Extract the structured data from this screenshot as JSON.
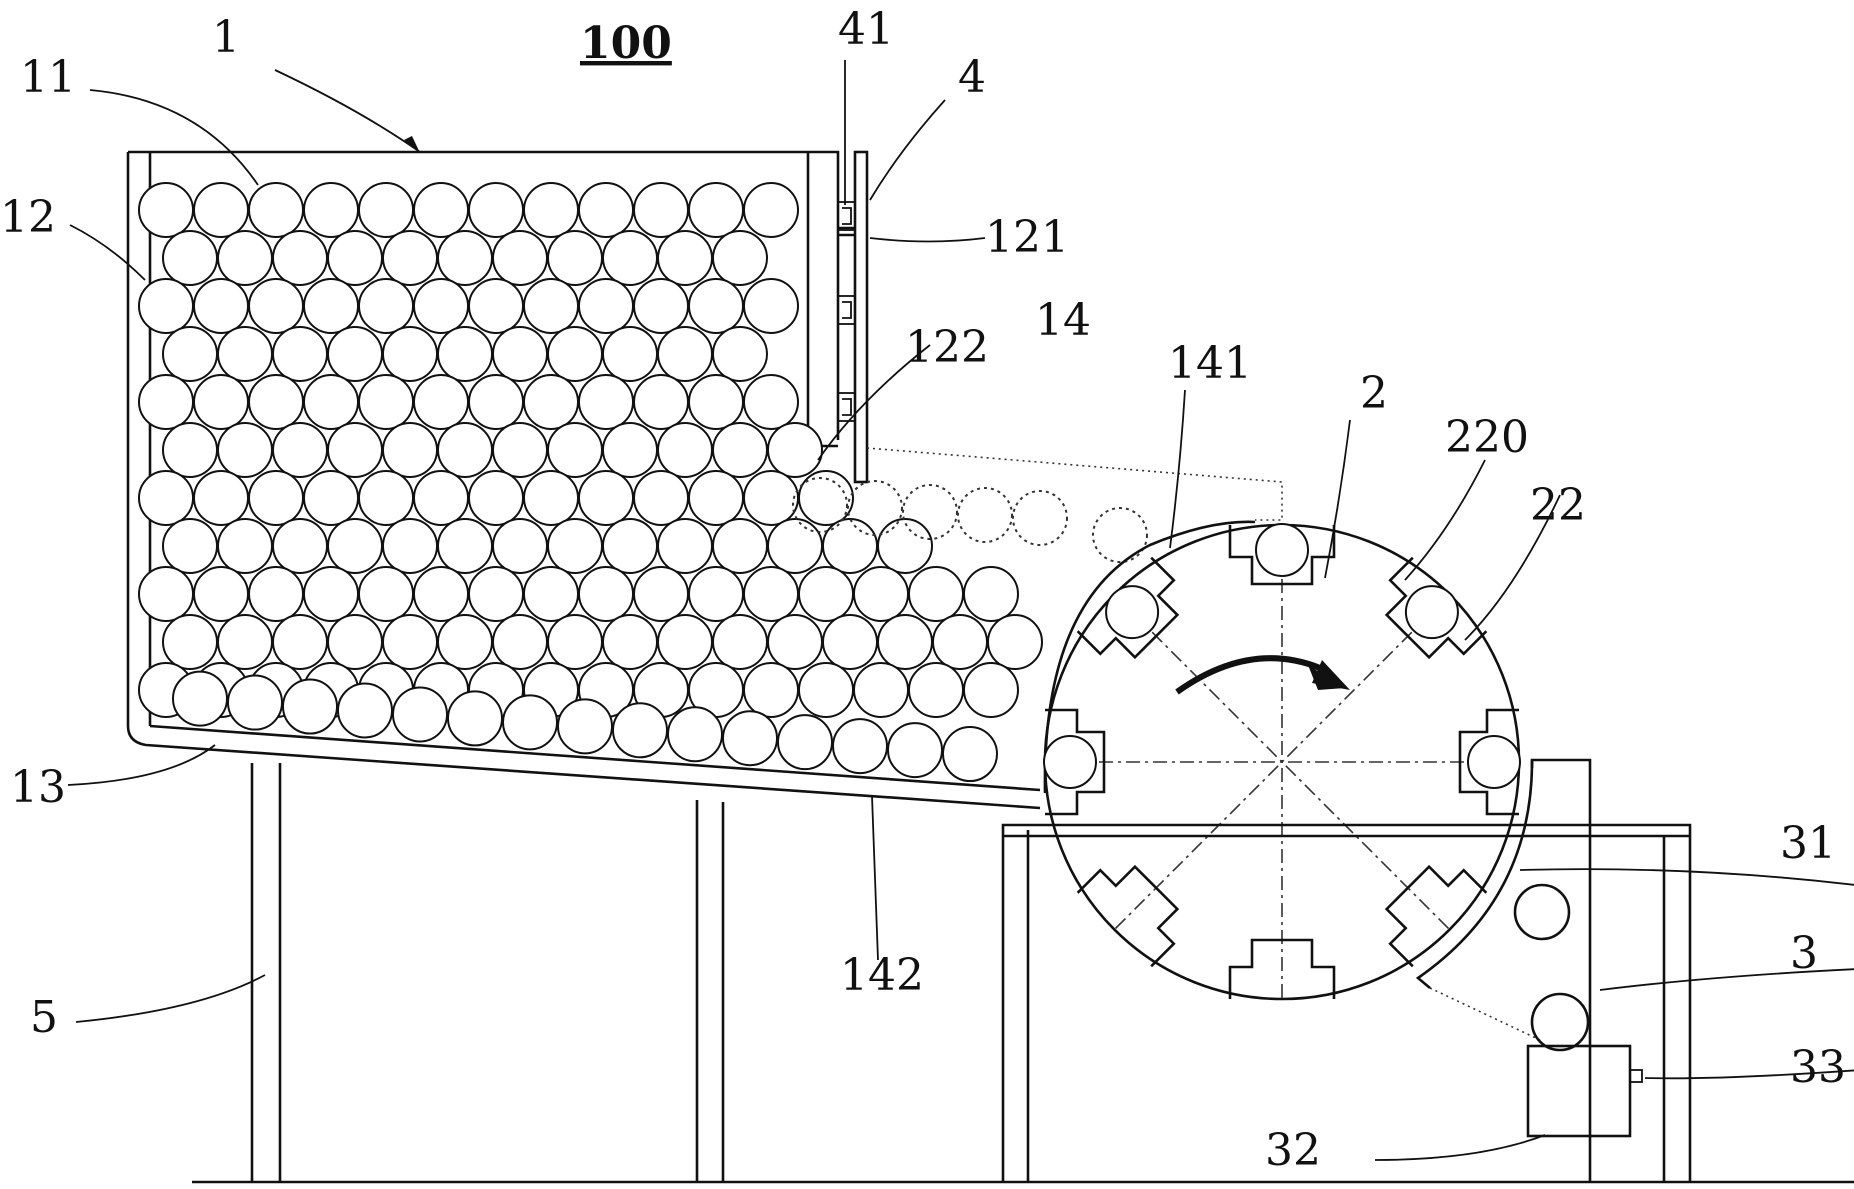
{
  "figure": {
    "ref_number": "100",
    "labels": {
      "hopper": "1",
      "hopper_inner": "11",
      "side_wall": "12",
      "hopper_bottom": "13",
      "chute": "14",
      "chute_top": "141",
      "chute_bottom": "142",
      "gate_slot": "121",
      "outlet": "122",
      "baffle": "4",
      "baffle_slide": "41",
      "wheel": "2",
      "wheel_pocket": "220",
      "pocket": "22",
      "discharge_frame": "3",
      "frame_top": "31",
      "motor_box": "32",
      "motor_shaft": "33",
      "stand": "5"
    }
  }
}
